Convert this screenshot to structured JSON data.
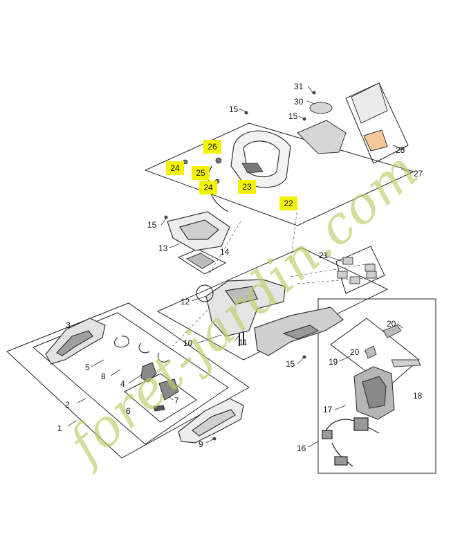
{
  "diagram": {
    "watermark": "foret-jardin.com",
    "callouts": [
      "1",
      "2",
      "3",
      "4",
      "5",
      "6",
      "7",
      "8",
      "9",
      "10",
      "11",
      "12",
      "13",
      "14",
      "15",
      "15",
      "15",
      "15",
      "16",
      "17",
      "18",
      "19",
      "20",
      "20",
      "21",
      "27",
      "28",
      "30",
      "31"
    ],
    "highlighted_callouts": [
      "22",
      "23",
      "24",
      "24",
      "25",
      "26"
    ]
  }
}
